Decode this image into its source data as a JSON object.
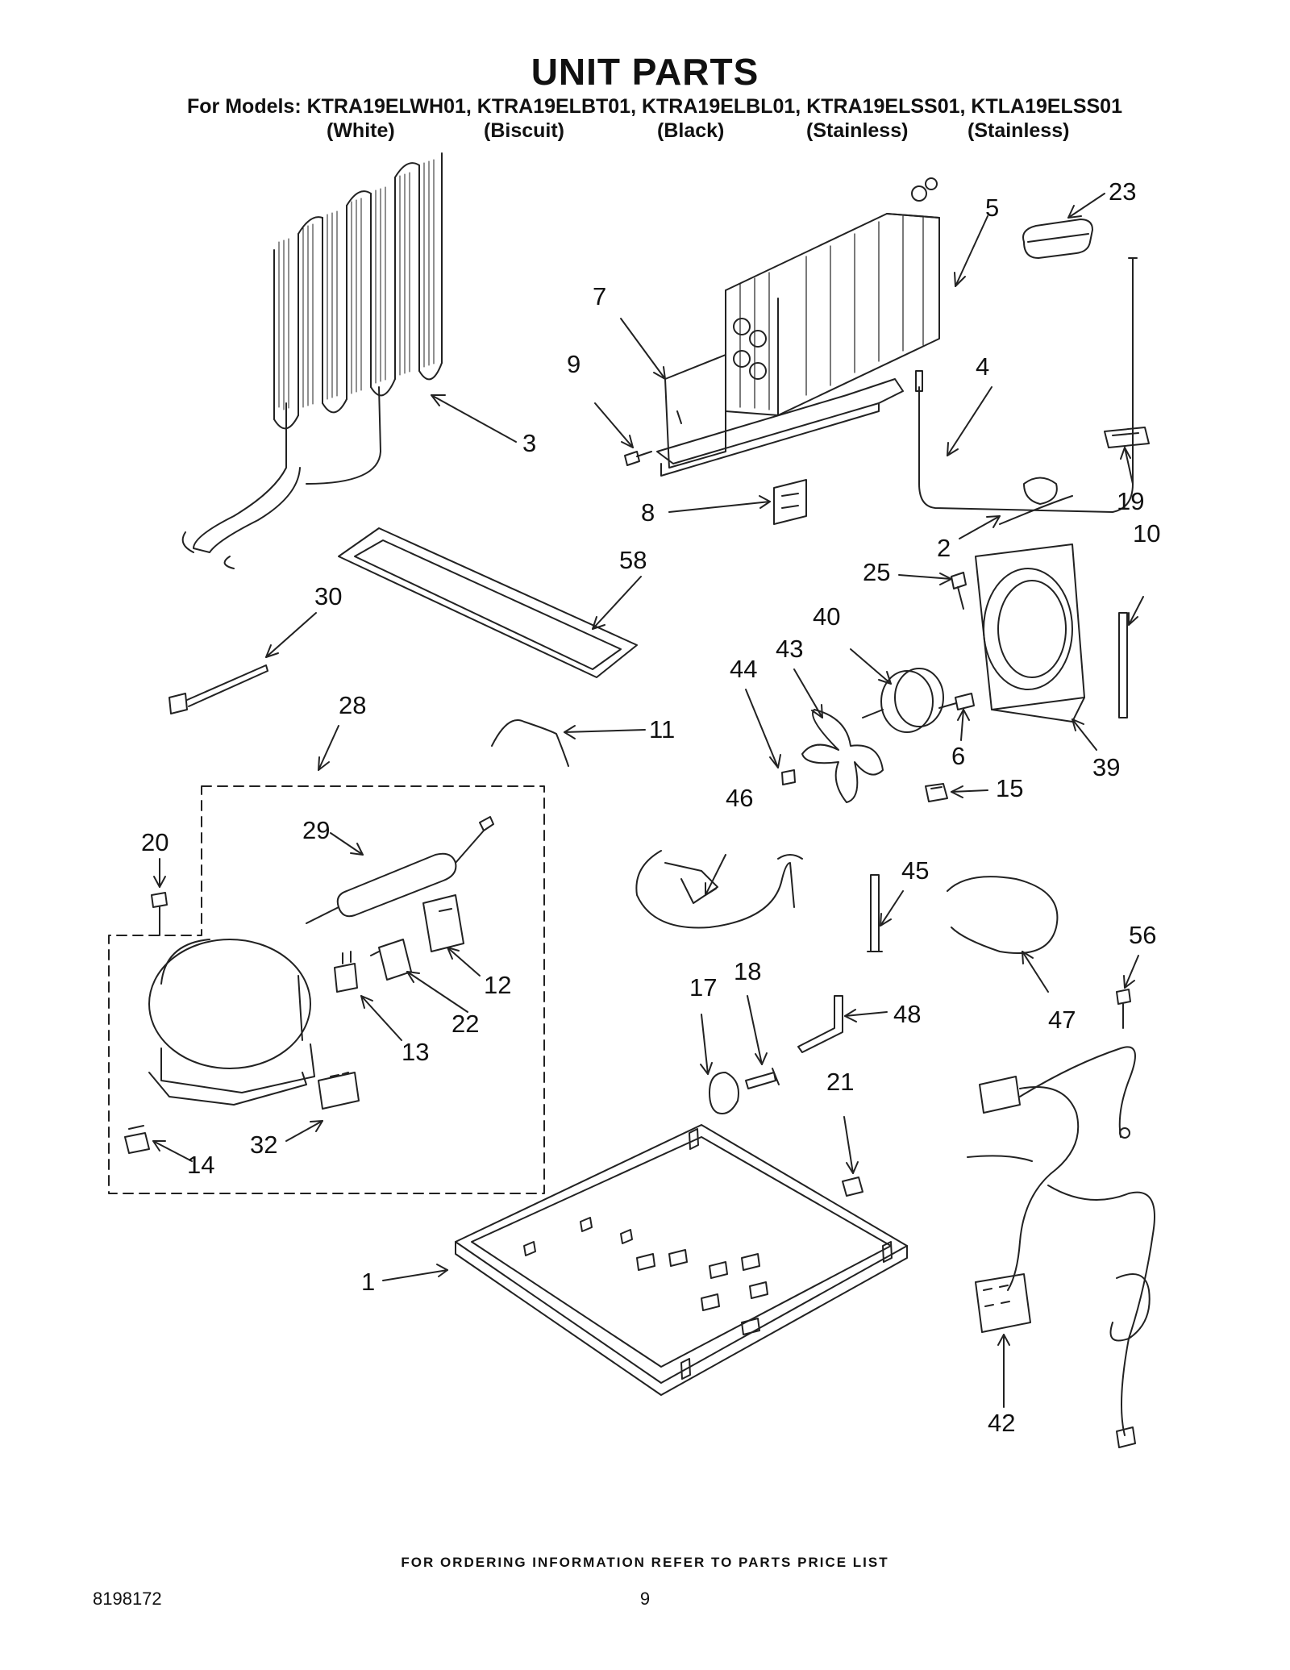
{
  "title": "UNIT PARTS",
  "models_line": "For Models: KTRA19ELWH01, KTRA19ELBT01, KTRA19ELBL01, KTRA19ELSS01, KTLA19ELSS01",
  "model_colors": [
    "(White)",
    "(Biscuit)",
    "(Black)",
    "(Stainless)",
    "(Stainless)"
  ],
  "callouts": [
    "1",
    "2",
    "3",
    "4",
    "5",
    "6",
    "7",
    "8",
    "9",
    "10",
    "11",
    "12",
    "13",
    "14",
    "15",
    "17",
    "18",
    "19",
    "20",
    "21",
    "22",
    "23",
    "25",
    "28",
    "29",
    "30",
    "32",
    "39",
    "40",
    "42",
    "43",
    "44",
    "45",
    "46",
    "47",
    "48",
    "56",
    "58"
  ],
  "footer_note": "FOR ORDERING INFORMATION REFER TO PARTS PRICE LIST",
  "doc_number": "8198172",
  "page_number": "9"
}
